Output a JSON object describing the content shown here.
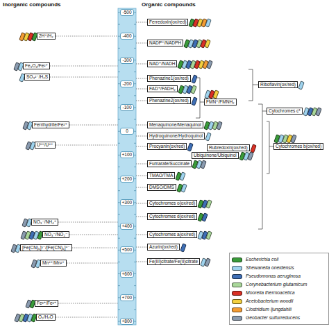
{
  "diagram": {
    "nodes": [
      {
        "text": [
          "2H⁺/H₂"
        ]
      },
      {
        "text": [
          "Fe₃O₄/Fe²⁺"
        ]
      },
      {
        "text": [
          "SO₃²⁻/H₂S"
        ]
      },
      {
        "text": [
          "Ferrihydrite/Fe²⁺"
        ]
      },
      {
        "text": [
          "U⁶⁺/U⁴⁺"
        ]
      },
      {
        "text": [
          "NO₃⁻/NH₄⁺"
        ]
      },
      {
        "text": [
          "NO₃⁻/NO₂⁻"
        ]
      },
      {
        "text": [
          "[Fe(CN)₆]³⁻/[Fe(CN)₆]⁴⁻"
        ]
      },
      {
        "text": [
          "Mn⁴⁺/Mn²⁺"
        ]
      },
      {
        "text": [
          "Fe³⁺/Fe²⁺"
        ]
      },
      {
        "text": [
          "O₂/H₂O"
        ]
      },
      {
        "text": [
          "Ferredoxin(ox/red)"
        ]
      },
      {
        "text": [
          "NADP⁺/NADPH"
        ]
      },
      {
        "text": [
          "NAD⁺/NADH"
        ]
      },
      {
        "text": [
          "Phenazine1(ox/red)"
        ]
      },
      {
        "text": [
          "FAD⁺/FADH₂"
        ]
      },
      {
        "text": [
          "Phenazine2(ox/red)"
        ]
      },
      {
        "text": [
          "Menaquinone/Menaquinol"
        ]
      },
      {
        "text": [
          "Hydroquinone/Hydroquinol"
        ]
      },
      {
        "text": [
          "Procyanin(ox/red)"
        ]
      },
      {
        "text": [
          "Fumarate/Succinate"
        ]
      },
      {
        "text": [
          "TMAO/TMA"
        ]
      },
      {
        "text": [
          "DMSO/DMS"
        ]
      },
      {
        "text": [
          "Cytochromes o(ox/red)"
        ]
      },
      {
        "text": [
          "Cytochromes d(ox/red)"
        ]
      },
      {
        "text": [
          "Cytochromes a(ox/red)"
        ]
      },
      {
        "text": [
          "Azurin(ox/red)"
        ]
      },
      {
        "text": [
          "Fe(III)citrate/Fe(II)citrate"
        ]
      },
      {
        "text": [
          "Riboflavin(ox/red)"
        ]
      },
      {
        "text": [
          "FMN⁺/FMNH₂"
        ]
      },
      {
        "text": [
          "Cytochromes c*"
        ]
      },
      {
        "text": [
          "Rubredoxin(ox/red)"
        ]
      },
      {
        "text": [
          "Cytochromes b(ox/red)"
        ]
      },
      {
        "text": [
          "Ubiquinone/Ubiquinol"
        ]
      }
    ],
    "labels": [
      "Inorganic compounds",
      "Organic compounds",
      "-500",
      "-400",
      "-300",
      "-200",
      "-100",
      "0",
      "+100",
      "+200",
      "+300",
      "+400",
      "+500",
      "+600",
      "+700",
      "+800"
    ],
    "legend": [
      {
        "text": "Escherichia coli",
        "color": "#3a9b3a"
      },
      {
        "text": "Shewanella oneidensis",
        "color": "#9fd3ee"
      },
      {
        "text": "Pseudomonas aeruginosa",
        "color": "#3f6fb6"
      },
      {
        "text": "Corynebacterium glutamicum",
        "color": "#a9d79a"
      },
      {
        "text": "Moorella thermoacetica",
        "color": "#d93025"
      },
      {
        "text": "Acetobacterium woodii",
        "color": "#f4d03f"
      },
      {
        "text": "Clostridium ljungdahlii",
        "color": "#f39c34"
      },
      {
        "text": "Geobacter sulfurreducens",
        "color": "#8a9bb0"
      }
    ]
  }
}
